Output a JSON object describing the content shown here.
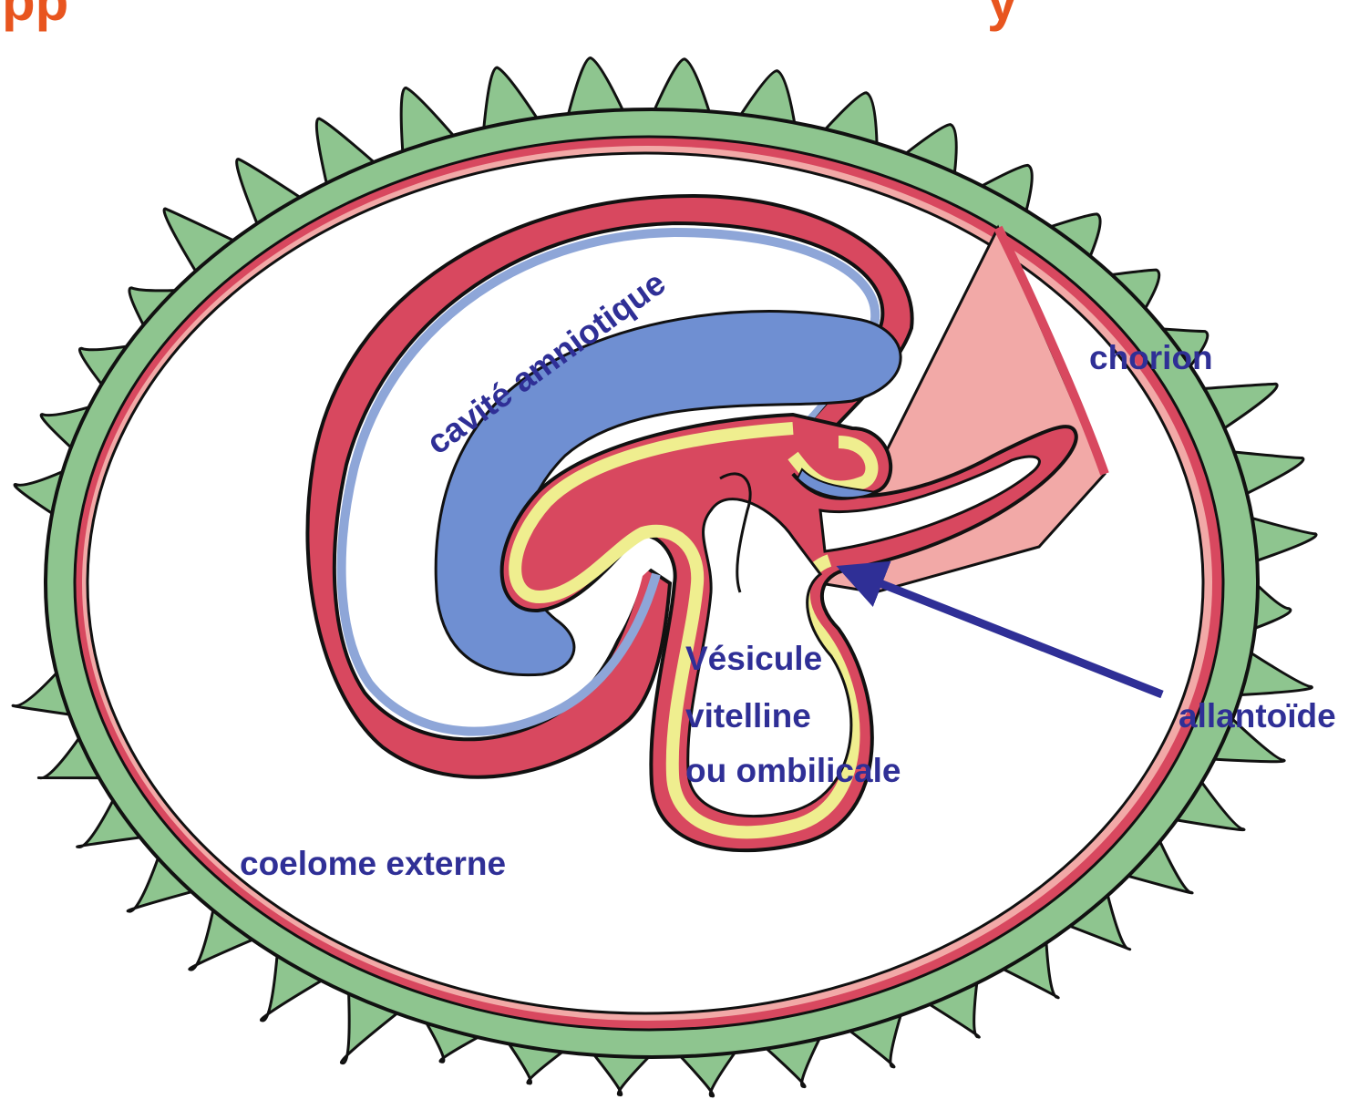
{
  "title_fragments": [
    "pp",
    "y"
  ],
  "colors": {
    "title": "#e8551f",
    "labels": "#2f2f96",
    "chorion_villi": "#8ec58f",
    "mesoderm": "#d8485f",
    "mesoderm_light": "#f2a9a7",
    "amniotic_ectoderm": "#8ea6d8",
    "embryo_ectoderm": "#6f8fd2",
    "endoderm": "#efee8f",
    "outline": "#111111",
    "arrow": "#2f2f96"
  },
  "labels": {
    "amniotic_cavity": "cavité amniotique",
    "chorion": "chorion",
    "yolk_sac_line1": "Vésicule",
    "yolk_sac_line2": "vitelline",
    "yolk_sac_line3": "ou  ombilicale",
    "allantois": "allantoïde",
    "external_coelom": "coelome externe"
  }
}
